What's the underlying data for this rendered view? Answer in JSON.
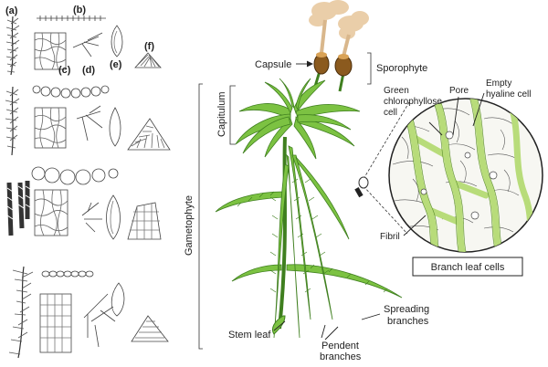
{
  "panel_labels": {
    "a": "(a)",
    "b": "(b)",
    "c": "(c)",
    "d": "(d)",
    "e": "(e)",
    "f": "(f)"
  },
  "labels": {
    "capsule": "Capsule",
    "sporophyte": "Sporophyte",
    "capitulum": "Capitulum",
    "gametophyte": "Gametophyte",
    "green_cell_1": "Green",
    "green_cell_2": "chlorophyllose",
    "green_cell_3": "cell",
    "pore": "Pore",
    "empty_1": "Empty",
    "empty_2": "hyaline cell",
    "fibril": "Fibril",
    "branch_leaf_cells": "Branch leaf cells",
    "stem_leaf": "Stem leaf",
    "pendent_1": "Pendent",
    "pendent_2": "branches",
    "spreading_1": "Spreading",
    "spreading_2": "branches"
  },
  "colors": {
    "plant_green": "#7cc242",
    "plant_dark": "#3f7f1f",
    "capsule_brown": "#8b5a1e",
    "spore_cloud": "#e8c9a0",
    "cell_green": "#b8dc7a",
    "line": "#333333"
  }
}
